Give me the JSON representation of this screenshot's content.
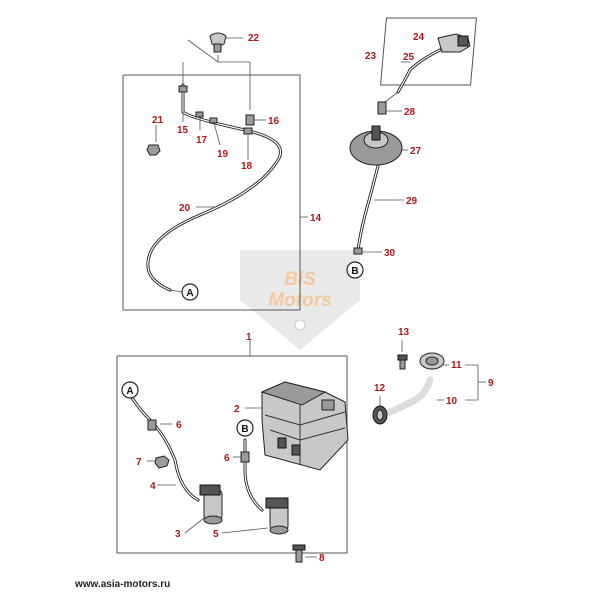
{
  "watermark": {
    "line1": "BiS",
    "line2": "Motors",
    "color": "#f2c9a0"
  },
  "site_url": "www.asia-motors.ru",
  "callouts": {
    "c1": "1",
    "c2": "2",
    "c3": "3",
    "c4": "4",
    "c5": "5",
    "c6a": "6",
    "c6b": "6",
    "c7": "7",
    "c8": "8",
    "c9": "9",
    "c10": "10",
    "c11": "11",
    "c12": "12",
    "c13": "13",
    "c14": "14",
    "c15": "15",
    "c16": "16",
    "c17": "17",
    "c18": "18",
    "c19": "19",
    "c20": "20",
    "c21": "21",
    "c22": "22",
    "c23": "23",
    "c24": "24",
    "c25": "25",
    "c27": "27",
    "c28": "28",
    "c29": "29",
    "c30": "30"
  },
  "refs": {
    "a_top": "A",
    "b_top": "B",
    "a_low": "A",
    "b_low": "B"
  }
}
